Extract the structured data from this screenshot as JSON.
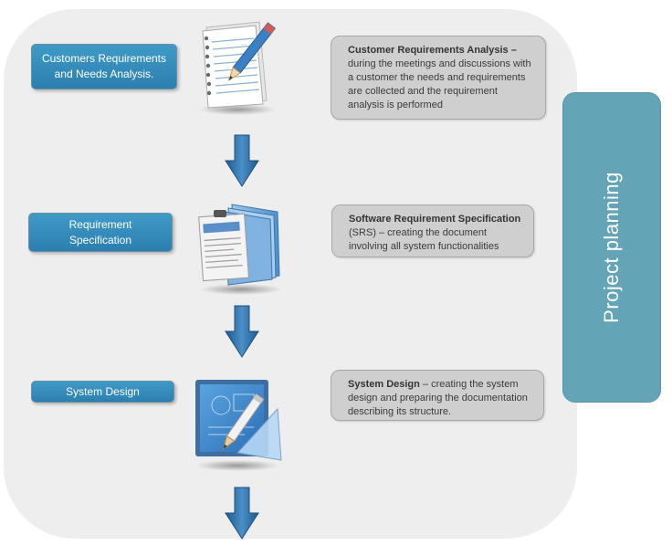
{
  "side_label": "Project planning",
  "stages": [
    {
      "label": "Customers Requirements and Needs Analysis.",
      "desc_title": "Customer Requirements Analysis –",
      "desc_body": " during the meetings and discussions with a customer the needs and requirements are collected and  the requirement analysis is performed",
      "icon": "document-pencil-icon"
    },
    {
      "label": "Requirement Specification",
      "desc_title": "Software Requirement Specification",
      "desc_body": " (SRS) – creating the document involving all system functionalities",
      "icon": "folder-documents-icon"
    },
    {
      "label": "System Design",
      "desc_title": "System Design",
      "desc_body": " – creating the system design and preparing the documentation describing its structure.",
      "icon": "blueprint-pencil-icon"
    }
  ],
  "colors": {
    "stage_blue": "#3a8fc1",
    "panel_gray": "#eeeeee",
    "side_teal": "#63a4b6",
    "arrow_blue": "#2e6fa2"
  }
}
